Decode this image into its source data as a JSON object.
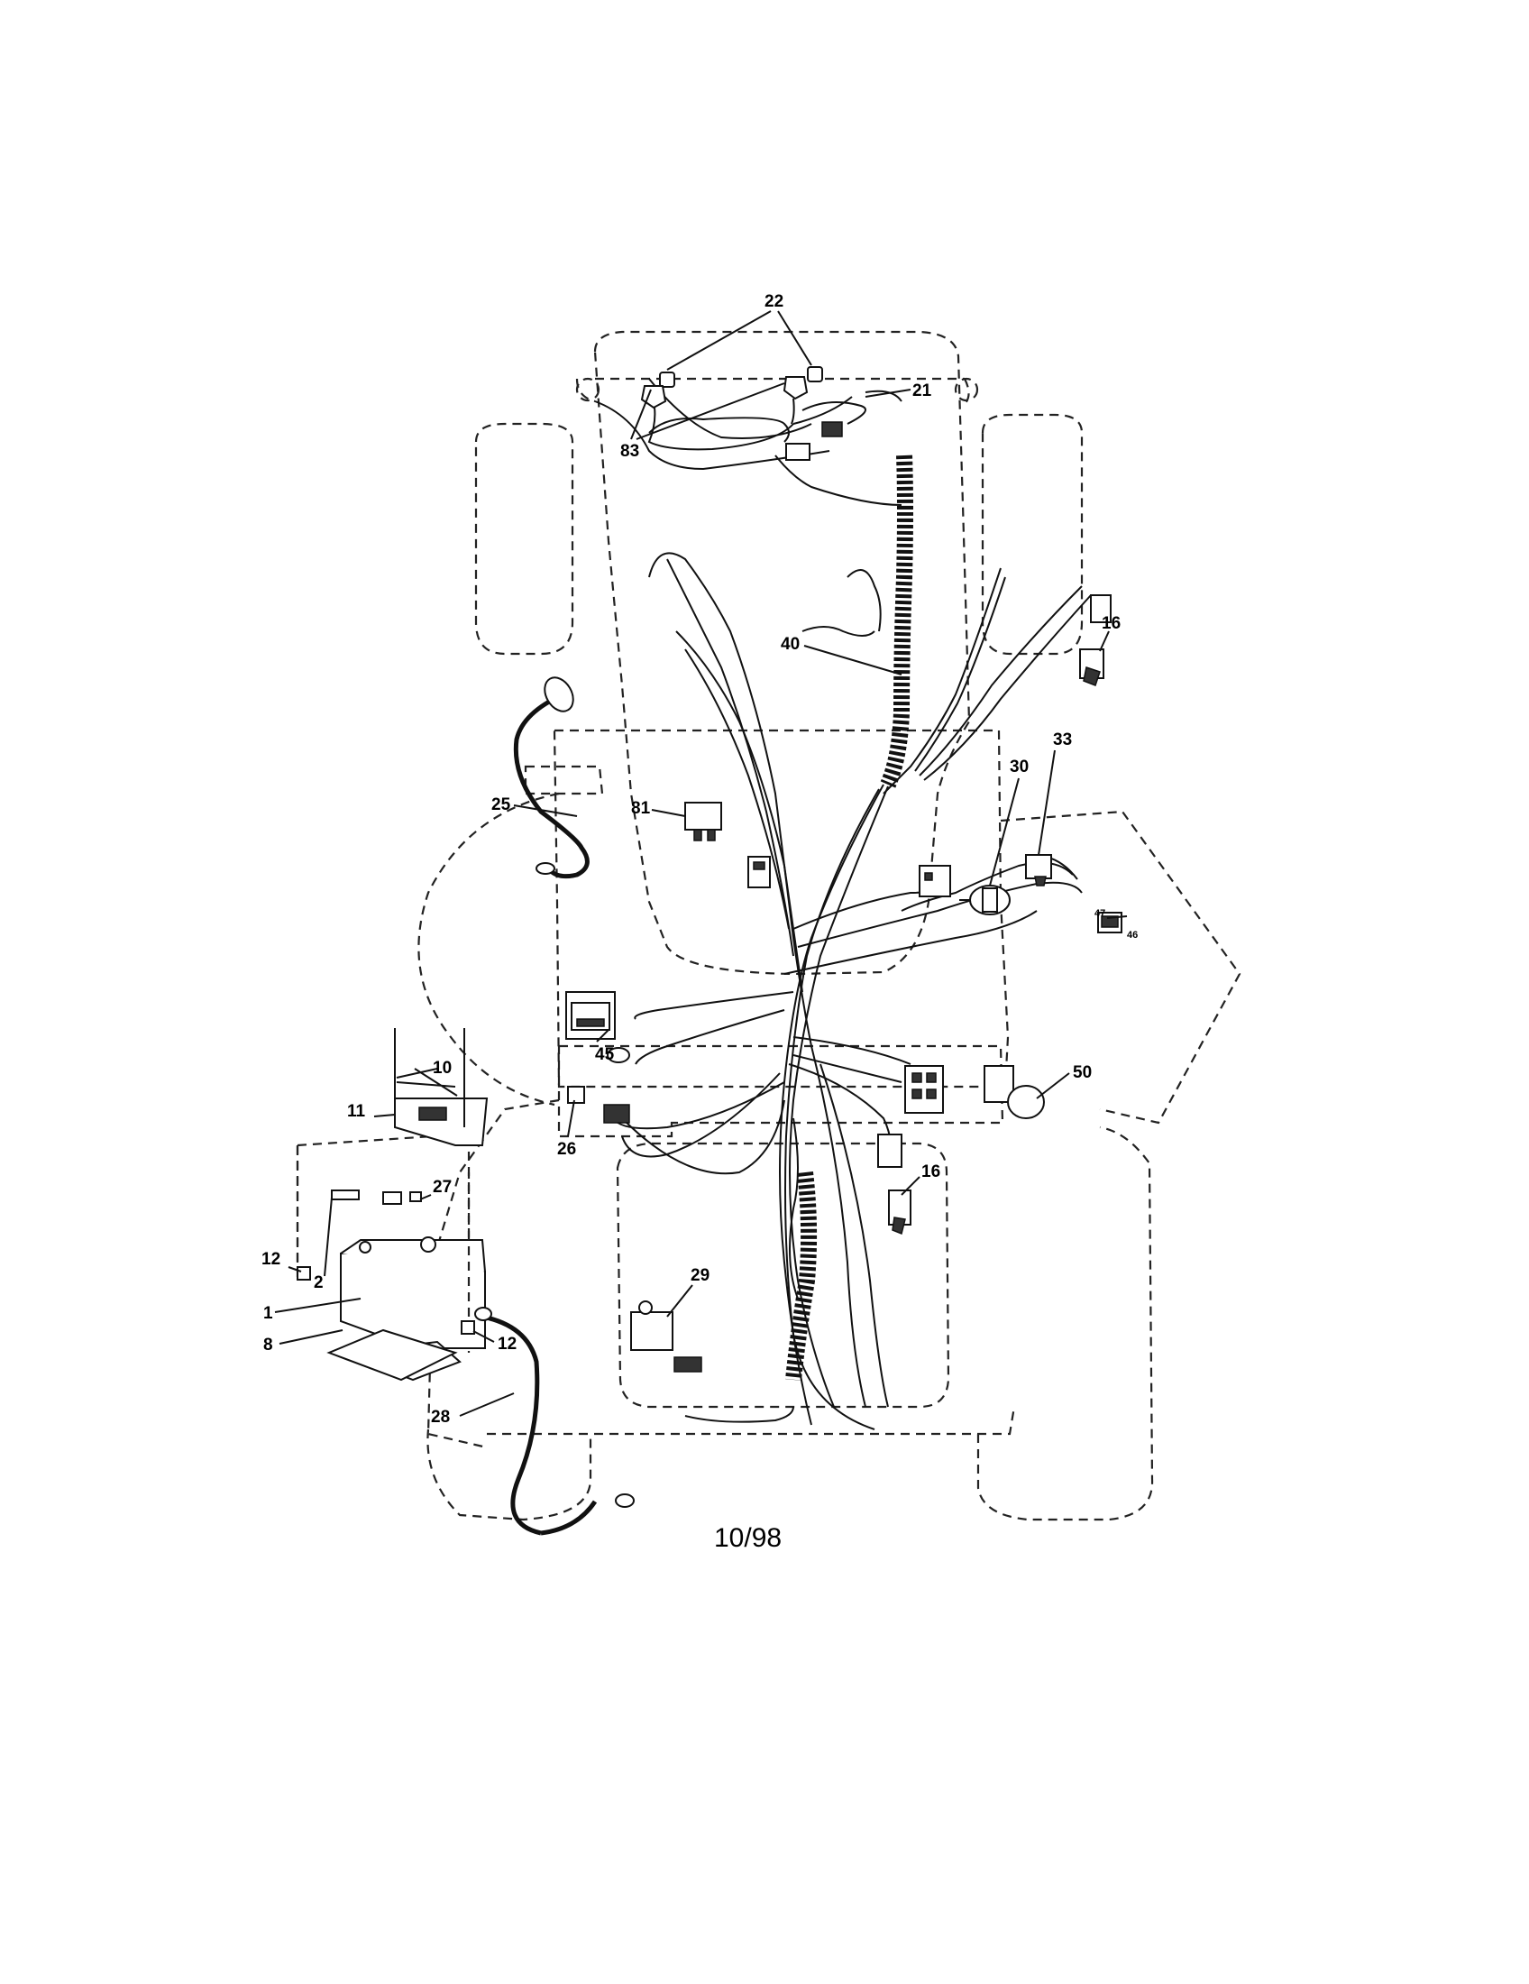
{
  "callouts": {
    "c22": "22",
    "c21": "21",
    "c83": "83",
    "c40": "40",
    "c16a": "16",
    "c25": "25",
    "c81": "81",
    "c30": "30",
    "c33": "33",
    "c47": "47",
    "c46": "46",
    "c45": "45",
    "c10": "10",
    "c11": "11",
    "c50": "50",
    "c26": "26",
    "c16b": "16",
    "c27": "27",
    "c12a": "12",
    "c2": "2",
    "c1": "1",
    "c8": "8",
    "c29": "29",
    "c12b": "12",
    "c28": "28"
  },
  "footer": {
    "date_code": "10/98"
  }
}
